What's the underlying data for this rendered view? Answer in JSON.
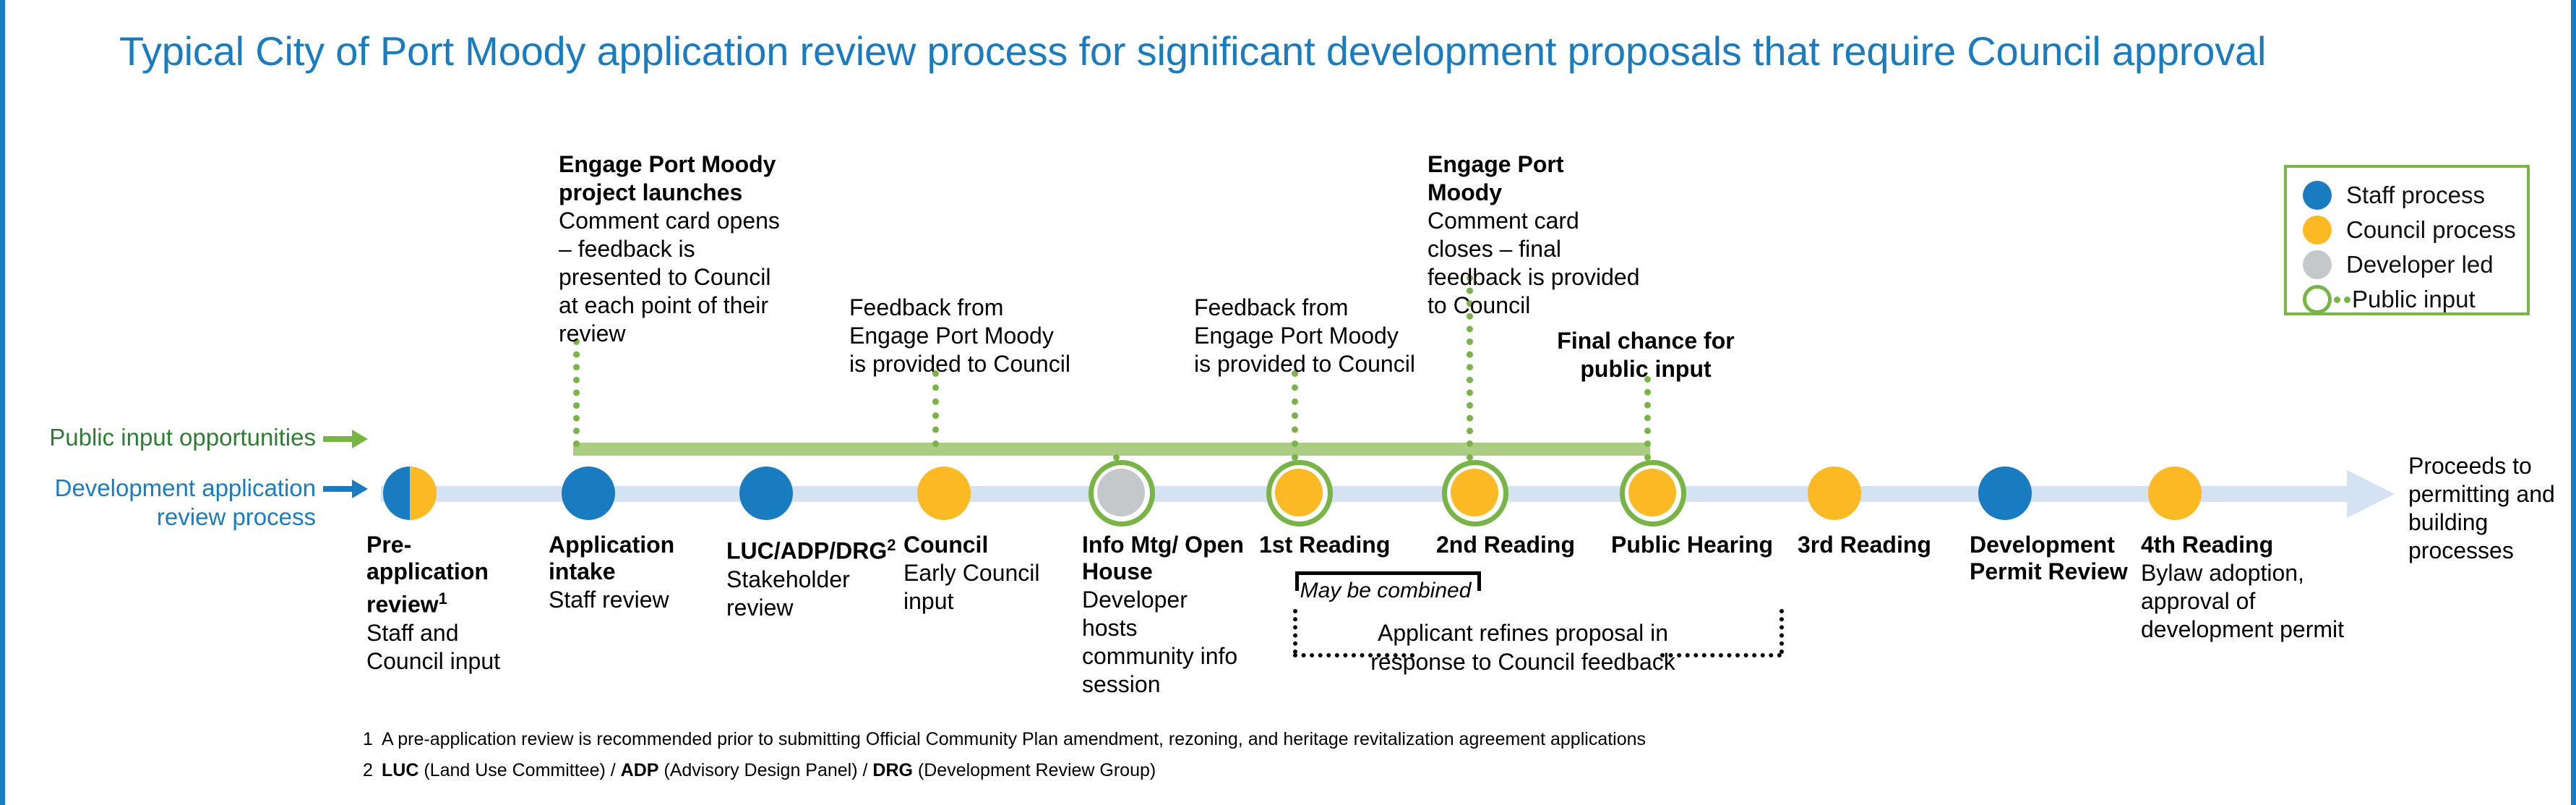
{
  "title": "Typical City of Port Moody application review process for significant development proposals that require Council approval",
  "colors": {
    "brand_blue": "#1a7cc0",
    "council_yellow": "#fbb924",
    "developer_grey": "#c4c8cb",
    "public_green": "#79b447",
    "green_bar": "#aacd82",
    "rail": "#d5e2f4",
    "public_text_green": "#2d7d32"
  },
  "legend": {
    "items": [
      {
        "label": "Staff process",
        "swatch": "staff"
      },
      {
        "label": "Council process",
        "swatch": "council"
      },
      {
        "label": "Developer led",
        "swatch": "developer"
      },
      {
        "label": "Public input",
        "swatch": "public"
      }
    ]
  },
  "axis": {
    "public_input": "Public input opportunities",
    "dev_line1": "Development application",
    "dev_line2": "review process"
  },
  "nodes": [
    {
      "title": "Pre-application review",
      "sup": "1",
      "sub": "Staff and Council input",
      "type": "split",
      "public": false
    },
    {
      "title": "Application intake",
      "sup": "",
      "sub": "Staff review",
      "type": "staff",
      "public": false
    },
    {
      "title": "LUC/ADP/DRG",
      "sup": "2",
      "sub": "Stakeholder review",
      "type": "staff",
      "public": false
    },
    {
      "title": "Council",
      "sup": "",
      "sub": "Early Council input",
      "type": "council",
      "public": false
    },
    {
      "title": "Info Mtg/ Open House",
      "sup": "",
      "sub": "Developer hosts community info session",
      "type": "developer",
      "public": true
    },
    {
      "title": "1st Reading",
      "sup": "",
      "sub": "",
      "type": "council",
      "public": true
    },
    {
      "title": "2nd Reading",
      "sup": "",
      "sub": "",
      "type": "council",
      "public": true
    },
    {
      "title": "Public Hearing",
      "sup": "",
      "sub": "",
      "type": "council",
      "public": true
    },
    {
      "title": "3rd Reading",
      "sup": "",
      "sub": "",
      "type": "council",
      "public": false
    },
    {
      "title": "Development Permit Review",
      "sup": "",
      "sub": "",
      "type": "staff",
      "public": false
    },
    {
      "title": "4th Reading",
      "sup": "",
      "sub": "Bylaw adoption, approval of development permit",
      "type": "council",
      "public": false
    }
  ],
  "callouts": {
    "launch_title": "Engage Port Moody project launches",
    "launch_body": "Comment card opens – feedback is presented to Council at each point of their review",
    "feedback_1": "Feedback from Engage Port Moody is provided to Council",
    "feedback_2": "Feedback from Engage Port Moody is provided to Council",
    "close_title": "Engage Port Moody",
    "close_body": "Comment card closes – final feedback is provided to Council",
    "final_chance": "Final chance for public input"
  },
  "brackets": {
    "may_be_combined": "May be combined",
    "applicant_refines": "Applicant refines proposal in response to Council feedback"
  },
  "outcome": "Proceeds to permitting and building processes",
  "footnotes": {
    "n1_num": "1",
    "n1_text": "A pre-application review is recommended prior to submitting Official Community Plan amendment, rezoning, and heritage revitalization agreement applications",
    "n2_num": "2",
    "n2_luc": "LUC",
    "n2_luc_exp": " (Land Use Committee) / ",
    "n2_adp": "ADP",
    "n2_adp_exp": " (Advisory Design Panel) / ",
    "n2_drg": "DRG",
    "n2_drg_exp": " (Development Review Group)"
  }
}
